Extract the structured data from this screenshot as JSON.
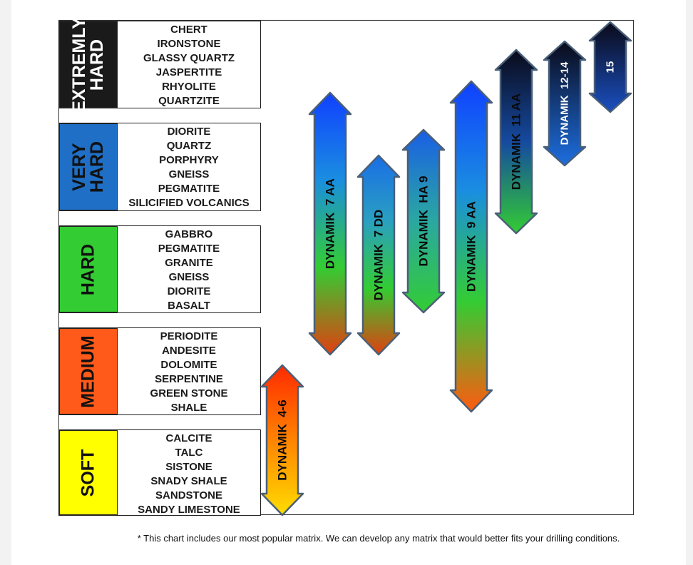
{
  "bands": [
    {
      "label": "EXTREMLY\nHARD",
      "color": "#1a1a1a",
      "text_color": "#ffffff",
      "materials": [
        "CHERT",
        "IRONSTONE",
        "GLASSY QUARTZ",
        "JASPERTITE",
        "RHYOLITE",
        "QUARTZITE"
      ]
    },
    {
      "label": "VERY\nHARD",
      "color": "#1f6fc6",
      "text_color": "#111111",
      "materials": [
        "DIORITE",
        "QUARTZ",
        "PORPHYRY",
        "GNEISS",
        "PEGMATITE",
        "SILICIFIED VOLCANICS"
      ]
    },
    {
      "label": "HARD",
      "color": "#33cc33",
      "text_color": "#111111",
      "materials": [
        "GABBRO",
        "PEGMATITE",
        "GRANITE",
        "GNEISS",
        "DIORITE",
        "BASALT"
      ]
    },
    {
      "label": "MEDIUM",
      "color": "#ff5a1a",
      "text_color": "#111111",
      "materials": [
        "PERIODITE",
        "ANDESITE",
        "DOLOMITE",
        "SERPENTINE",
        "GREEN STONE",
        "SHALE"
      ]
    },
    {
      "label": "SOFT",
      "color": "#ffff00",
      "text_color": "#111111",
      "materials": [
        "CALCITE",
        "TALC",
        "SISTONE",
        "SNADY SHALE",
        "SANDSTONE",
        "SANDY LIMESTONE"
      ]
    }
  ],
  "matrices": [
    {
      "label": "DYNAMIK  4-6",
      "range": [
        "SOFT",
        "MEDIUM"
      ],
      "gradient": [
        "#ff2a00",
        "#ffdd00"
      ]
    },
    {
      "label": "DYNAMIK  7 AA",
      "range": [
        "MEDIUM",
        "EXTREMLY HARD"
      ],
      "gradient": [
        "#1040ff",
        "#1a8ee0",
        "#33cc33",
        "#e04010"
      ]
    },
    {
      "label": "DYNAMIK  7 DD",
      "range": [
        "MEDIUM",
        "VERY HARD"
      ],
      "gradient": [
        "#1a6ee6",
        "#2aa0c0",
        "#33cc33",
        "#e04010"
      ]
    },
    {
      "label": "DYNAMIK  HA 9",
      "range": [
        "HARD",
        "VERY HARD"
      ],
      "gradient": [
        "#1a5ee6",
        "#2aa8a0",
        "#33cc33"
      ]
    },
    {
      "label": "DYNAMIK  9 AA",
      "range": [
        "MEDIUM",
        "EXTREMLY HARD"
      ],
      "gradient": [
        "#1040ff",
        "#1a8ee0",
        "#33cc33",
        "#ff5a10"
      ]
    },
    {
      "label": "DYNAMIK  11 AA",
      "range": [
        "HARD",
        "EXTREMLY HARD"
      ],
      "gradient": [
        "#0a0a18",
        "#154aa0",
        "#33cc33"
      ]
    },
    {
      "label": "DYNAMIK  12-14",
      "range": [
        "VERY HARD",
        "EXTREMLY HARD"
      ],
      "gradient": [
        "#0a0a18",
        "#1d6ee0"
      ]
    },
    {
      "label": "15",
      "range": [
        "EXTREMLY HARD",
        "EXTREMLY HARD"
      ],
      "gradient": [
        "#0a0a18",
        "#1a4fc0"
      ]
    }
  ],
  "footnote": "*  This chart includes our most popular matrix.  We can develop any matrix that would better fits your drilling conditions."
}
